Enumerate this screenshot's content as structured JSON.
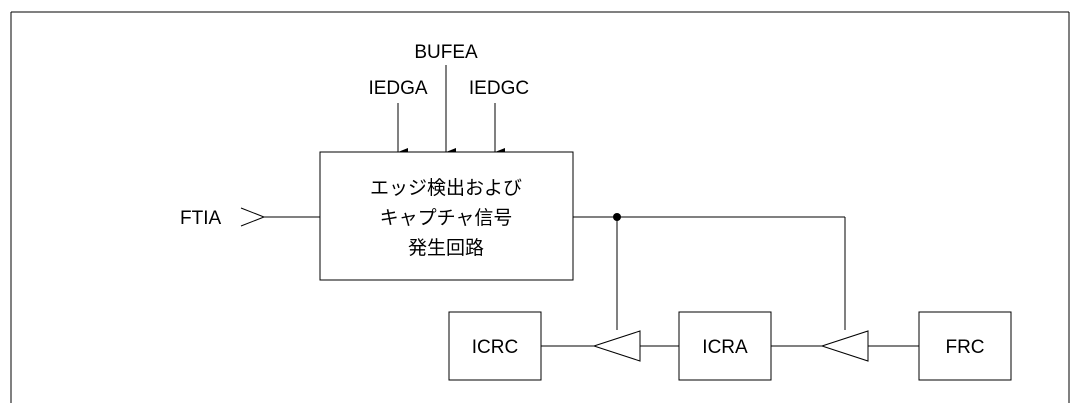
{
  "signals": {
    "bufea": "BUFEA",
    "iedga": "IEDGA",
    "iedgc": "IEDGC",
    "ftia": "FTIA"
  },
  "edge_block": {
    "line1": "エッジ検出および",
    "line2": "キャプチャ信号",
    "line3": "発生回路"
  },
  "registers": {
    "icrc": "ICRC",
    "icra": "ICRA",
    "frc": "FRC"
  }
}
